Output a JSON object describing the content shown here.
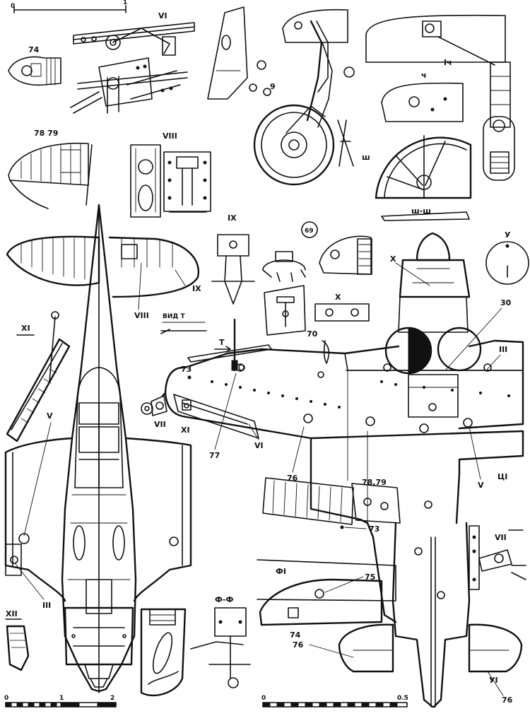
{
  "labels": {
    "l74a": "74",
    "l7879a": "78 79",
    "lVI_top": "VI",
    "lVIII": "VIII",
    "lIX_top": "IX",
    "l69": "69",
    "lIch": "Iч",
    "lCh": "ч",
    "lSh": "ш",
    "lShSh": "ш-ш",
    "lU": "У",
    "lX_small": "X",
    "lX_big": "X",
    "l30": "30",
    "lIII_r": "III",
    "lXI_left": "XI",
    "lV_left": "V",
    "lIX_wing": "IX",
    "lVIII_wing": "VIII",
    "lVidT": "ВИД Т",
    "lT": "Т",
    "l70": "70",
    "l73_top": "73",
    "lVII": "VII",
    "lXI_mid": "XI",
    "l77": "77",
    "lVI_mid": "VI",
    "l76_mid": "76",
    "lV_right": "V",
    "lC": "ЦI",
    "l7879b": "78,79",
    "l73_bot": "73",
    "lF": "ФI",
    "l75": "75",
    "l74b": "74",
    "lVII_r": "VII",
    "lIII_l": "III",
    "lXII": "XII",
    "lFF": "Ф-Ф",
    "l76_tail": "76",
    "lUI": "УI",
    "l76_br": "76",
    "l9": "9"
  },
  "scales": {
    "top_left": {
      "start": "0",
      "end": "1"
    },
    "bottom_left": {
      "t0": "0",
      "t1": "1",
      "t2": "2"
    },
    "bottom_mid": {
      "t0": "0",
      "t1": "0.5"
    }
  }
}
